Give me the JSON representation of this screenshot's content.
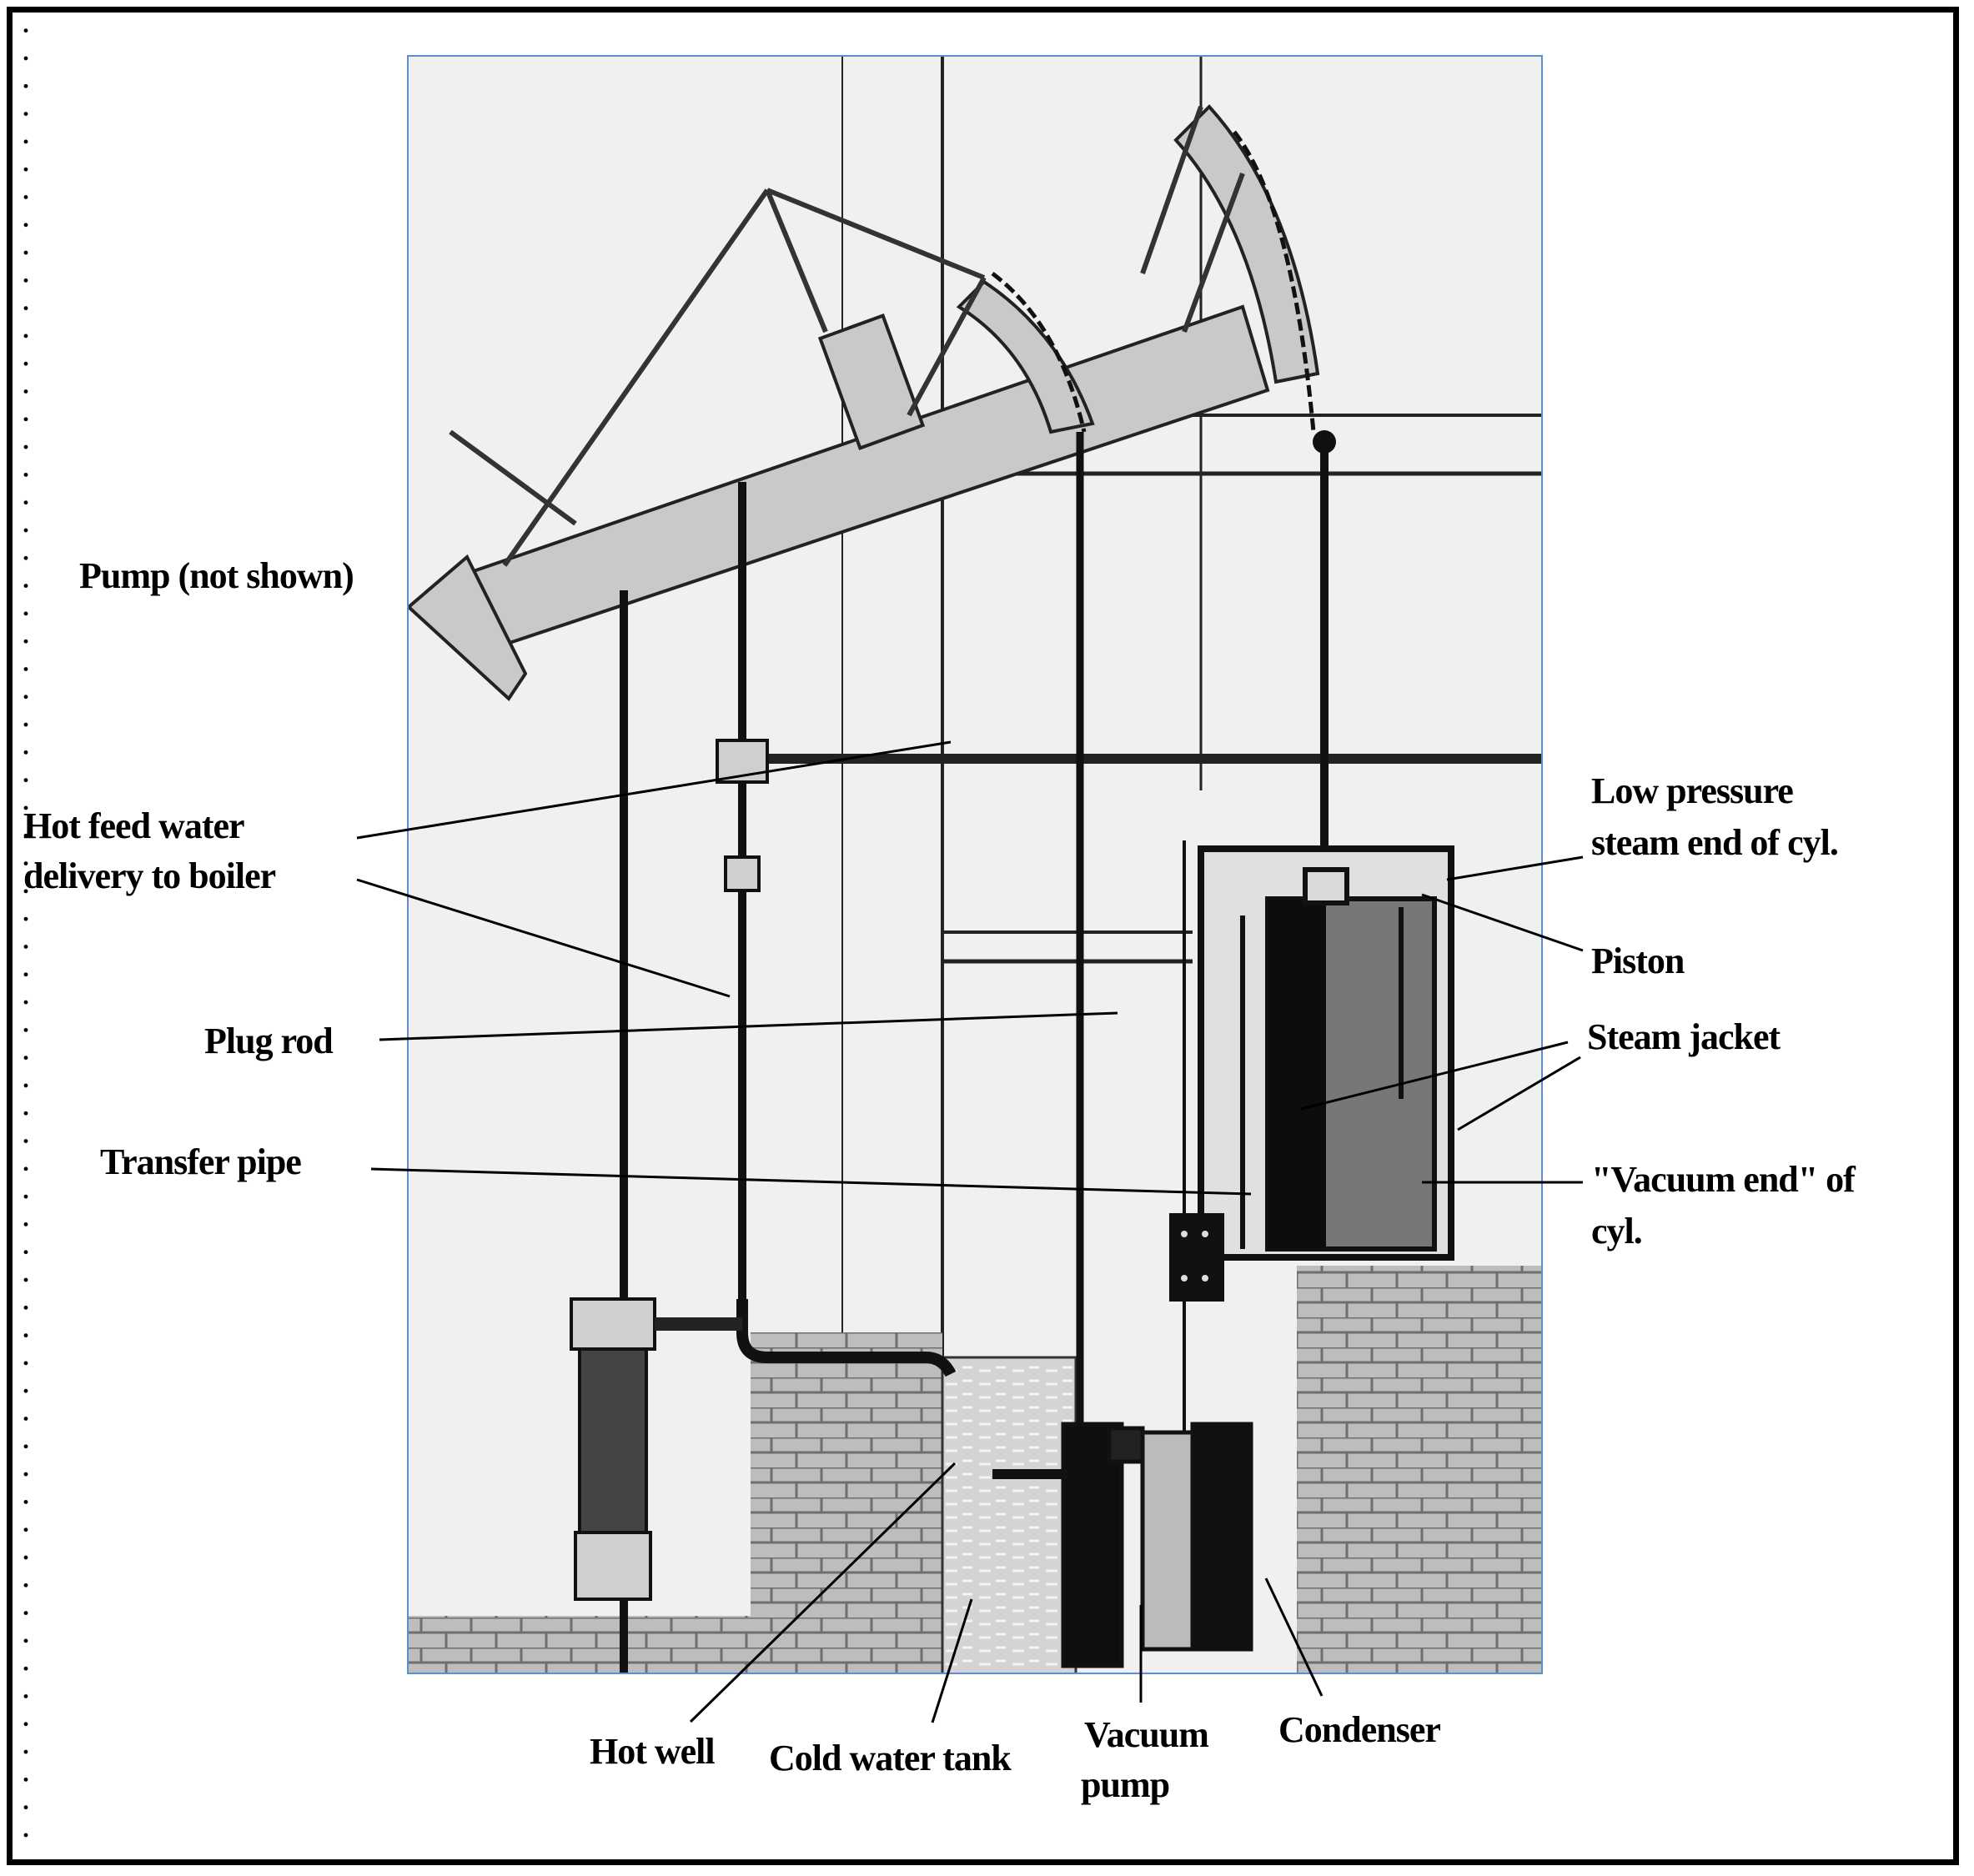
{
  "diagram": {
    "title": "Steam engine with separate condenser (engraving, labeled)",
    "style": {
      "frame_color": "#000000",
      "figure_border_color": "#5b8fd0",
      "figure_bg": "#f0f0f0",
      "ink": "#111111"
    },
    "labels": {
      "pump_not_shown": "Pump (not shown)",
      "hot_feed_water_line1": "Hot feed water",
      "hot_feed_water_line2": "delivery to boiler",
      "plug_rod": "Plug rod",
      "transfer_pipe": "Transfer pipe",
      "low_pressure_line1": "Low pressure",
      "low_pressure_line2": "steam end of cyl.",
      "piston": "Piston",
      "steam_jacket": "Steam jacket",
      "vacuum_end_line1": "\"Vacuum end\" of",
      "vacuum_end_line2": "cyl.",
      "hot_well": "Hot well",
      "cold_water_tank": "Cold water tank",
      "vacuum_pump_line1": "Vacuum",
      "vacuum_pump_line2": "pump",
      "condenser": "Condenser"
    },
    "components": [
      "beam",
      "arch-head-left",
      "arch-head-right",
      "chains",
      "parallel-motion-linkage",
      "cylinder",
      "piston",
      "steam-jacket",
      "valve-chest",
      "plug-rod",
      "transfer-pipe",
      "hot-well",
      "cold-water-tank",
      "vacuum-pump",
      "condenser",
      "feed-pump-column",
      "brick-foundation"
    ]
  }
}
